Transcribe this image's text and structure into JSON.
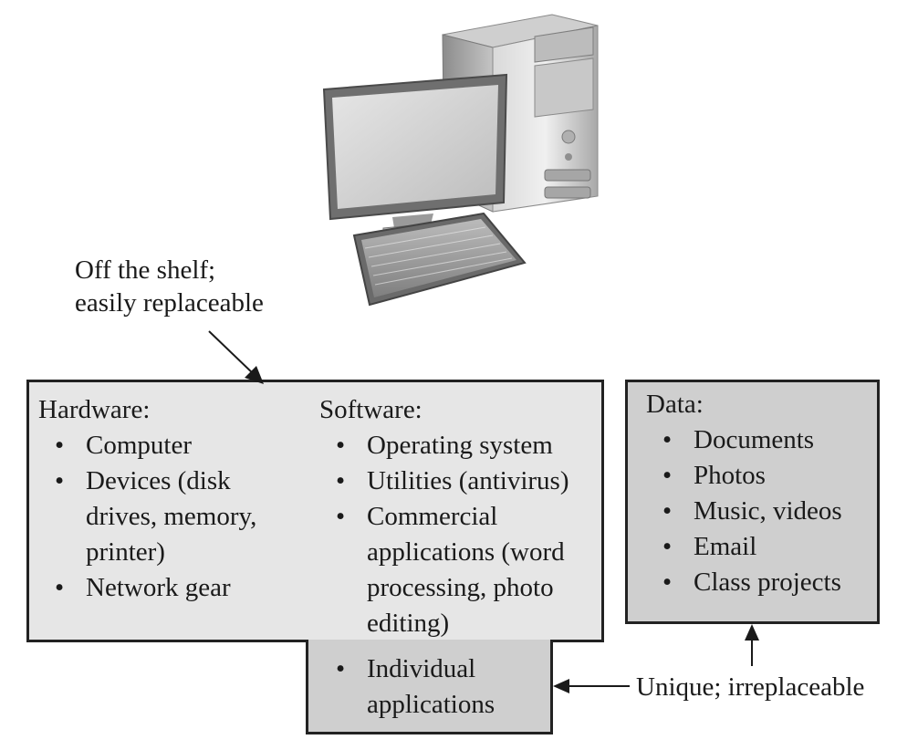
{
  "top_note": {
    "line1": "Off the shelf;",
    "line2": "easily replaceable"
  },
  "hardware": {
    "heading": "Hardware:",
    "items": [
      {
        "lines": [
          "Computer"
        ]
      },
      {
        "lines": [
          "Devices (disk",
          "drives, memory,",
          "printer)"
        ]
      },
      {
        "lines": [
          "Network gear"
        ]
      }
    ]
  },
  "software": {
    "heading": "Software:",
    "items": [
      {
        "lines": [
          "Operating system"
        ]
      },
      {
        "lines": [
          "Utilities (antivirus)"
        ]
      },
      {
        "lines": [
          "Commercial",
          "applications (word",
          "processing, photo",
          "editing)"
        ]
      }
    ]
  },
  "individual": {
    "lines": [
      "Individual",
      "applications"
    ]
  },
  "data": {
    "heading": "Data:",
    "items": [
      "Documents",
      "Photos",
      "Music, videos",
      "Email",
      "Class projects"
    ]
  },
  "bottom_note": "Unique; irreplaceable"
}
